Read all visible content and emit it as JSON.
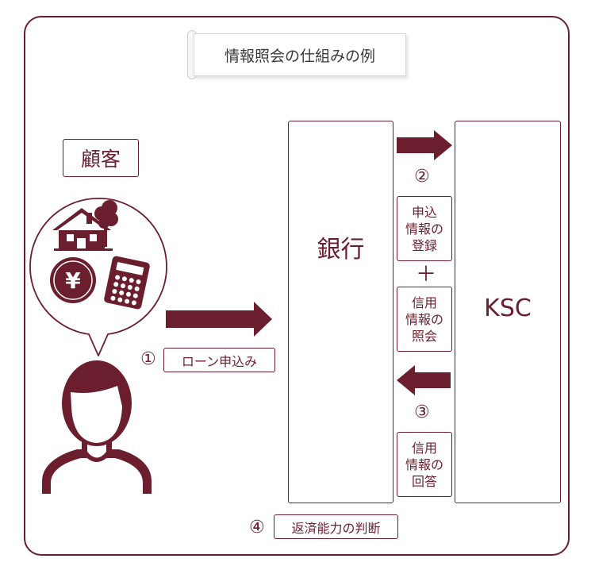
{
  "title": "情報照会の仕組みの例",
  "customer": {
    "label": "顧客"
  },
  "bank": {
    "name": "銀行"
  },
  "ksc": {
    "name": "KSC"
  },
  "steps": {
    "step1": {
      "number": "①",
      "label": "ローン申込み"
    },
    "step2": {
      "number": "②",
      "label_lines": [
        "申込",
        "情報の",
        "登録"
      ]
    },
    "plus": "＋",
    "step2b": {
      "label_lines": [
        "信用",
        "情報の",
        "照会"
      ]
    },
    "step3": {
      "number": "③",
      "label_lines": [
        "信用",
        "情報の",
        "回答"
      ]
    },
    "step4": {
      "number": "④",
      "label": "返済能力の判断"
    }
  },
  "colors": {
    "accent": "#6b1f2e",
    "background": "#ffffff",
    "title_text": "#3a3a3a"
  },
  "icons": [
    "house-tree-icon",
    "yen-coin-icon",
    "calculator-icon",
    "office-building-icon",
    "person-icon",
    "speech-bubble"
  ]
}
